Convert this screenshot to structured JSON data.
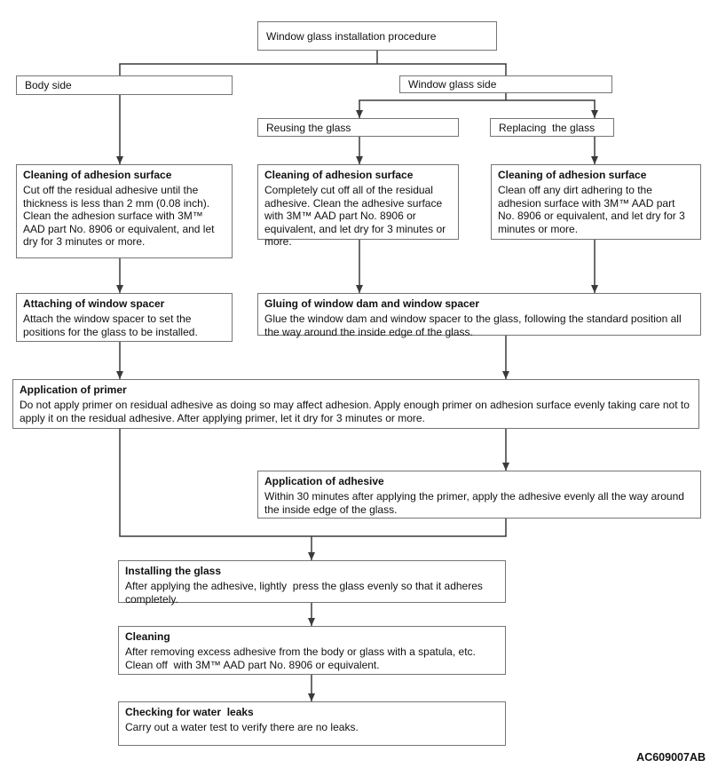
{
  "diagram": {
    "figure_code": "AC609007AB",
    "nodes": {
      "start": {
        "label": "Window glass installation procedure"
      },
      "body_side": {
        "label": "Body side"
      },
      "window_glass_side": {
        "label": "Window glass side"
      },
      "reusing": {
        "label": "Reusing the glass"
      },
      "replacing": {
        "label": "Replacing  the glass"
      },
      "cleaning_body": {
        "title": "Cleaning of adhesion surface",
        "body": "Cut off the residual adhesive until the thickness is less than 2 mm (0.08 inch). Clean the adhesion surface with 3M™ AAD part No. 8906 or equivalent, and let dry for 3 minutes or more."
      },
      "cleaning_reuse": {
        "title": "Cleaning of adhesion surface",
        "body": "Completely cut off all of the residual adhesive. Clean the adhesive surface with 3M™ AAD part No. 8906 or equivalent, and let dry for 3 minutes or more."
      },
      "cleaning_replace": {
        "title": "Cleaning of adhesion surface",
        "body": "Clean off any dirt adhering to the adhesion surface with 3M™ AAD part No. 8906 or equivalent, and let dry for 3 minutes or more."
      },
      "attaching_spacer": {
        "title": "Attaching of window spacer",
        "body": "Attach the window spacer to set the positions for the glass to be installed."
      },
      "gluing_dam": {
        "title": "Gluing of window dam and window spacer",
        "body": "Glue the window dam and window spacer to the glass, following the standard position all the way around the inside edge of the glass."
      },
      "primer": {
        "title": "Application of primer",
        "body": "Do not apply primer on residual adhesive as doing so may affect adhesion. Apply enough primer on adhesion surface evenly taking care not to apply it on the residual adhesive. After applying primer, let it dry for 3 minutes or more."
      },
      "adhesive": {
        "title": "Application of adhesive",
        "body": "Within 30 minutes after applying the primer, apply the adhesive evenly all the way around the inside edge of the glass."
      },
      "installing": {
        "title": "Installing the glass",
        "body": "After applying the adhesive, lightly  press the glass evenly so that it adheres completely."
      },
      "cleaning_final": {
        "title": "Cleaning",
        "body": "After removing excess adhesive from the body or glass with a spatula, etc. Clean off  with 3M™ AAD part No. 8906 or equivalent."
      },
      "checking": {
        "title": "Checking for water  leaks",
        "body": "Carry out a water test to verify there are no leaks."
      }
    },
    "colors": {
      "background": "#ffffff",
      "box_border": "#757575",
      "connector_line": "#3a3a3a",
      "text": "#111111"
    }
  }
}
